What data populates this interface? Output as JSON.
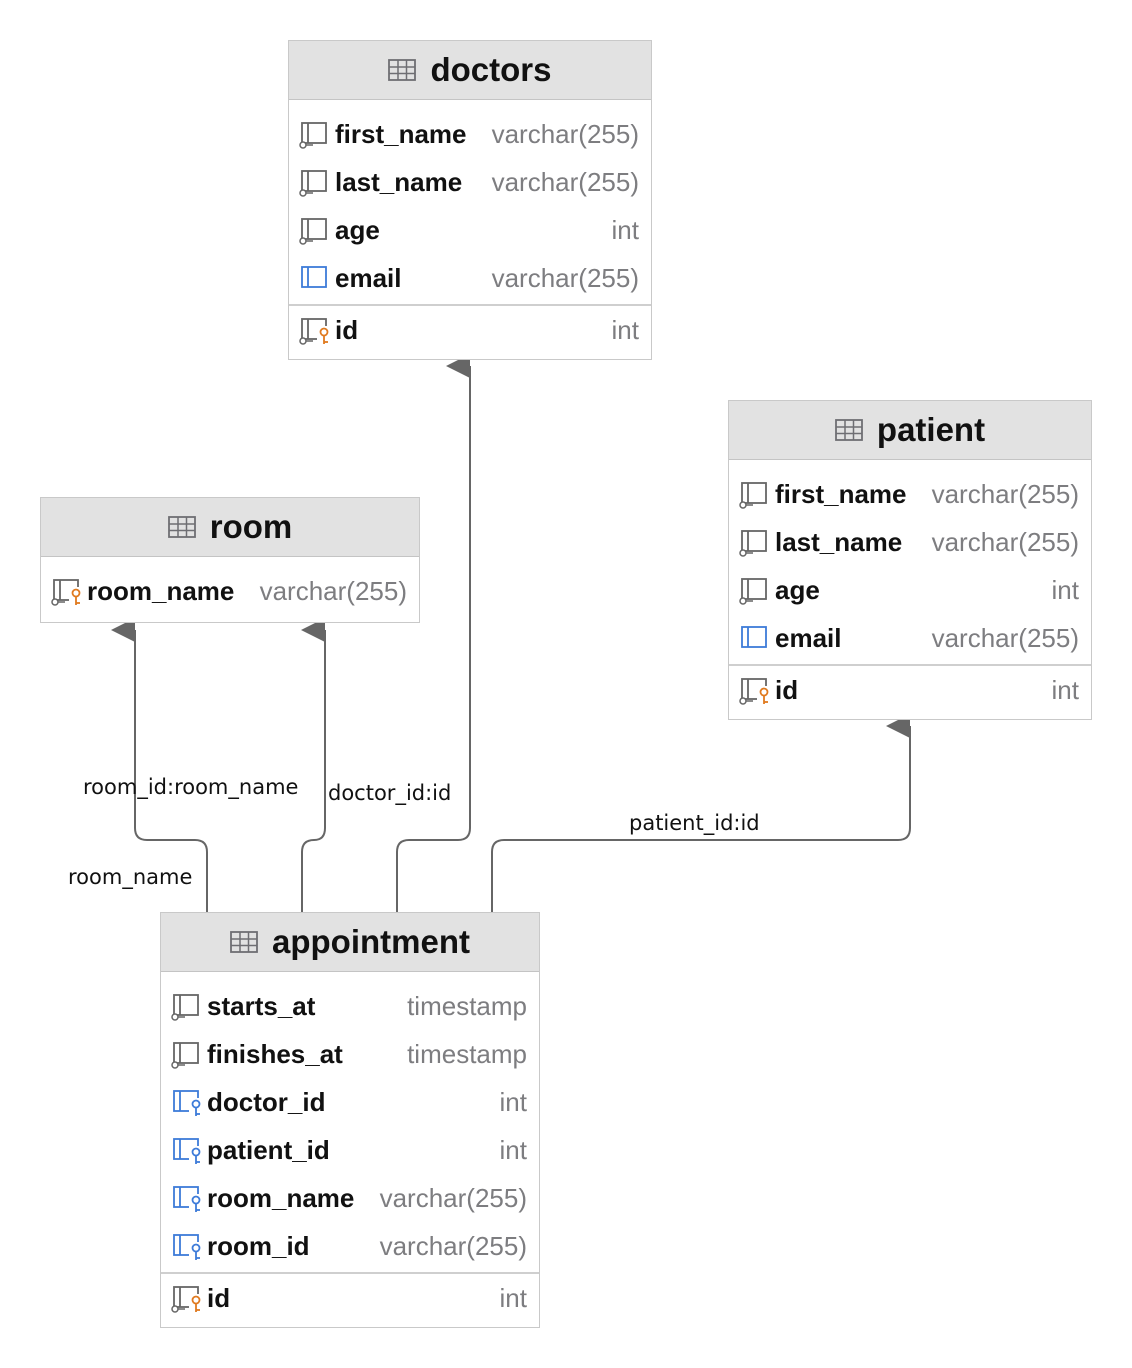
{
  "tables": {
    "doctors": {
      "name": "doctors",
      "columns": [
        {
          "name": "first_name",
          "type": "varchar(255)",
          "kind": "nullable"
        },
        {
          "name": "last_name",
          "type": "varchar(255)",
          "kind": "nullable"
        },
        {
          "name": "age",
          "type": "int",
          "kind": "nullable"
        },
        {
          "name": "email",
          "type": "varchar(255)",
          "kind": "notnull"
        }
      ],
      "pk": [
        {
          "name": "id",
          "type": "int",
          "kind": "pk"
        }
      ]
    },
    "patient": {
      "name": "patient",
      "columns": [
        {
          "name": "first_name",
          "type": "varchar(255)",
          "kind": "nullable"
        },
        {
          "name": "last_name",
          "type": "varchar(255)",
          "kind": "nullable"
        },
        {
          "name": "age",
          "type": "int",
          "kind": "nullable"
        },
        {
          "name": "email",
          "type": "varchar(255)",
          "kind": "notnull"
        }
      ],
      "pk": [
        {
          "name": "id",
          "type": "int",
          "kind": "pk"
        }
      ]
    },
    "room": {
      "name": "room",
      "columns": [],
      "pk": [
        {
          "name": "room_name",
          "type": "varchar(255)",
          "kind": "pk"
        }
      ]
    },
    "appointment": {
      "name": "appointment",
      "columns": [
        {
          "name": "starts_at",
          "type": "timestamp",
          "kind": "nullable"
        },
        {
          "name": "finishes_at",
          "type": "timestamp",
          "kind": "nullable"
        },
        {
          "name": "doctor_id",
          "type": "int",
          "kind": "fk"
        },
        {
          "name": "patient_id",
          "type": "int",
          "kind": "fk"
        },
        {
          "name": "room_name",
          "type": "varchar(255)",
          "kind": "fk"
        },
        {
          "name": "room_id",
          "type": "varchar(255)",
          "kind": "fk"
        }
      ],
      "pk": [
        {
          "name": "id",
          "type": "int",
          "kind": "pk"
        }
      ]
    }
  },
  "relations": [
    {
      "from": "appointment",
      "to": "room",
      "label": "room_name"
    },
    {
      "from": "appointment",
      "to": "room",
      "label": "room_id:room_name"
    },
    {
      "from": "appointment",
      "to": "doctors",
      "label": "doctor_id:id"
    },
    {
      "from": "appointment",
      "to": "patient",
      "label": "patient_id:id"
    }
  ],
  "colors": {
    "line": "#666666",
    "header": "#e2e2e2",
    "type_text": "#7d7d80",
    "pk_key": "#e07a1f",
    "fk_key": "#3d7bd9"
  },
  "icons": {
    "table": "table-icon",
    "nullable": "column-icon",
    "notnull": "notnull-column-icon",
    "pk": "primary-key-column-icon",
    "fk": "foreign-key-column-icon"
  }
}
